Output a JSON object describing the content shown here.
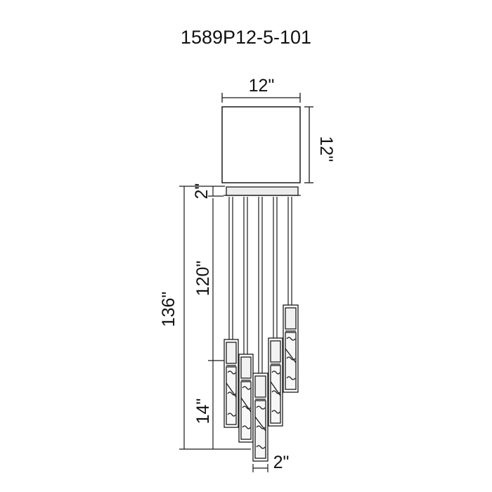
{
  "title": "1589P12-5-101",
  "dimensions": {
    "top_width": "12\"",
    "top_depth": "12\"",
    "canopy_height": "2\"",
    "cord_length": "120\"",
    "overall_height": "136\"",
    "pendant_height": "14\"",
    "pendant_width": "2\""
  },
  "colors": {
    "line": "#1a1a1a",
    "fill": "#ffffff",
    "canopy": "#dcdcdc"
  }
}
